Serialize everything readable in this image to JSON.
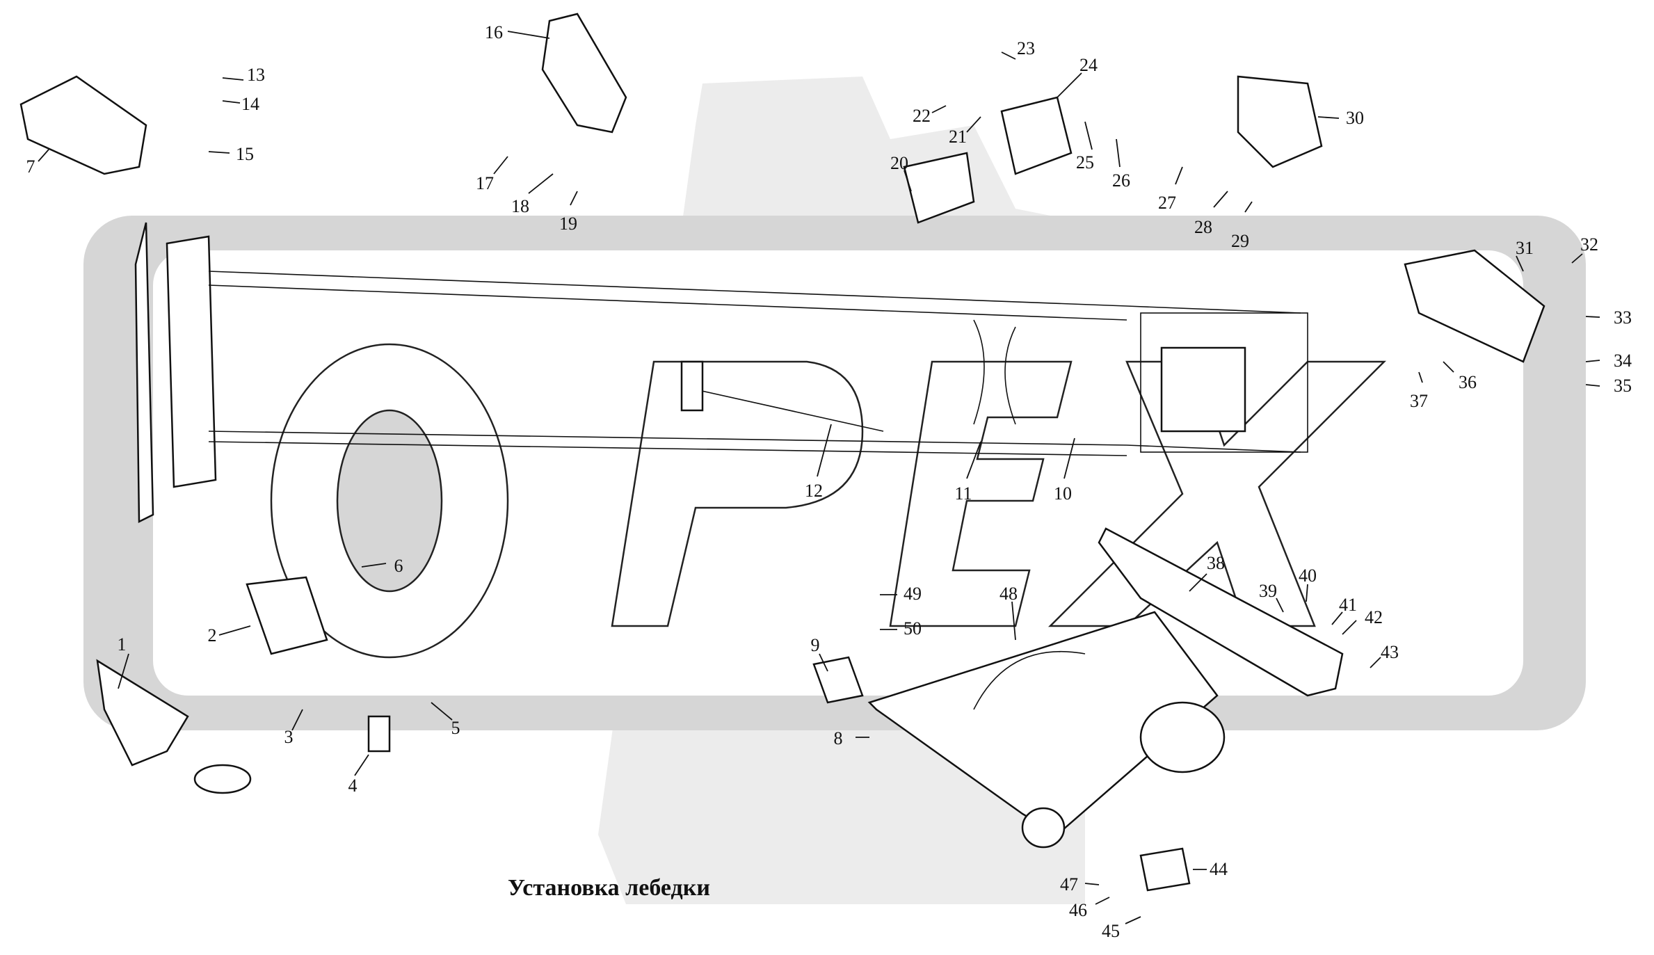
{
  "title": "Установка лебедки",
  "watermark": "OPEX",
  "colors": {
    "ink": "#111111",
    "watermark": "#d6d6d6",
    "background": "#ffffff"
  },
  "callouts": [
    "1",
    "2",
    "3",
    "4",
    "5",
    "6",
    "7",
    "8",
    "9",
    "10",
    "11",
    "12",
    "13",
    "14",
    "15",
    "16",
    "17",
    "18",
    "19",
    "20",
    "21",
    "22",
    "23",
    "24",
    "25",
    "26",
    "27",
    "28",
    "29",
    "30",
    "31",
    "32",
    "33",
    "34",
    "35",
    "36",
    "37",
    "38",
    "39",
    "40",
    "41",
    "42",
    "43",
    "44",
    "45",
    "46",
    "47",
    "48",
    "49",
    "50"
  ]
}
